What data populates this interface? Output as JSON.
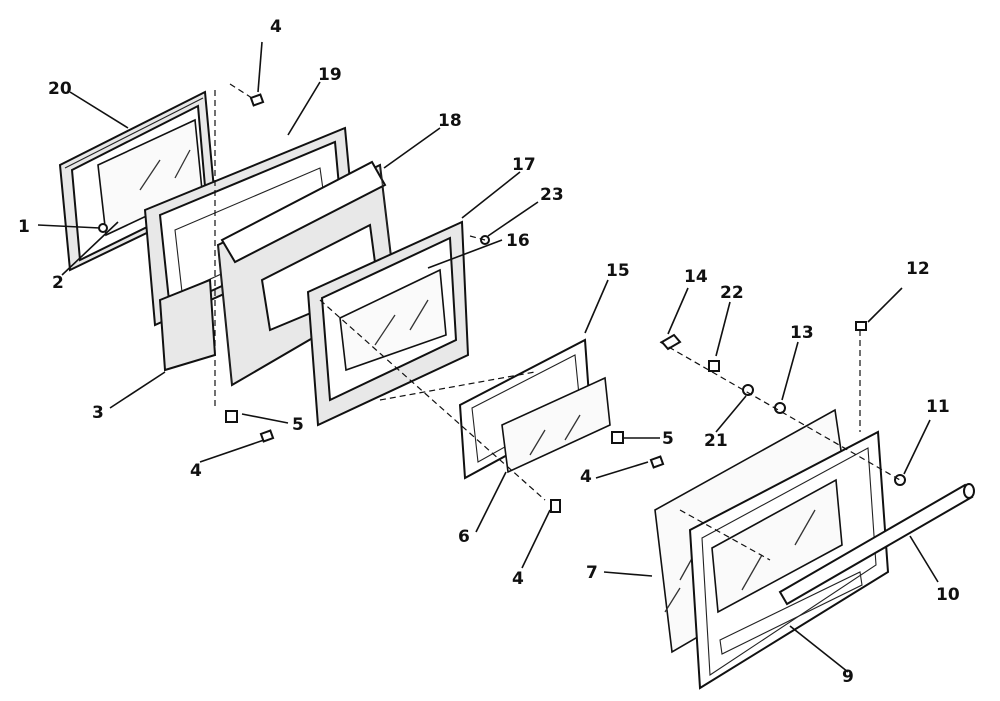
{
  "labels": {
    "l1": "1",
    "l2": "2",
    "l3": "3",
    "l4a": "4",
    "l4b": "4",
    "l4c": "4",
    "l4d": "4",
    "l5a": "5",
    "l5b": "5",
    "l6": "6",
    "l7": "7",
    "l9": "9",
    "l10": "10",
    "l11": "11",
    "l12": "12",
    "l13": "13",
    "l14": "14",
    "l15": "15",
    "l16": "16",
    "l17": "17",
    "l18": "18",
    "l19": "19",
    "l20": "20",
    "l21": "21",
    "l22": "22",
    "l23": "23"
  }
}
